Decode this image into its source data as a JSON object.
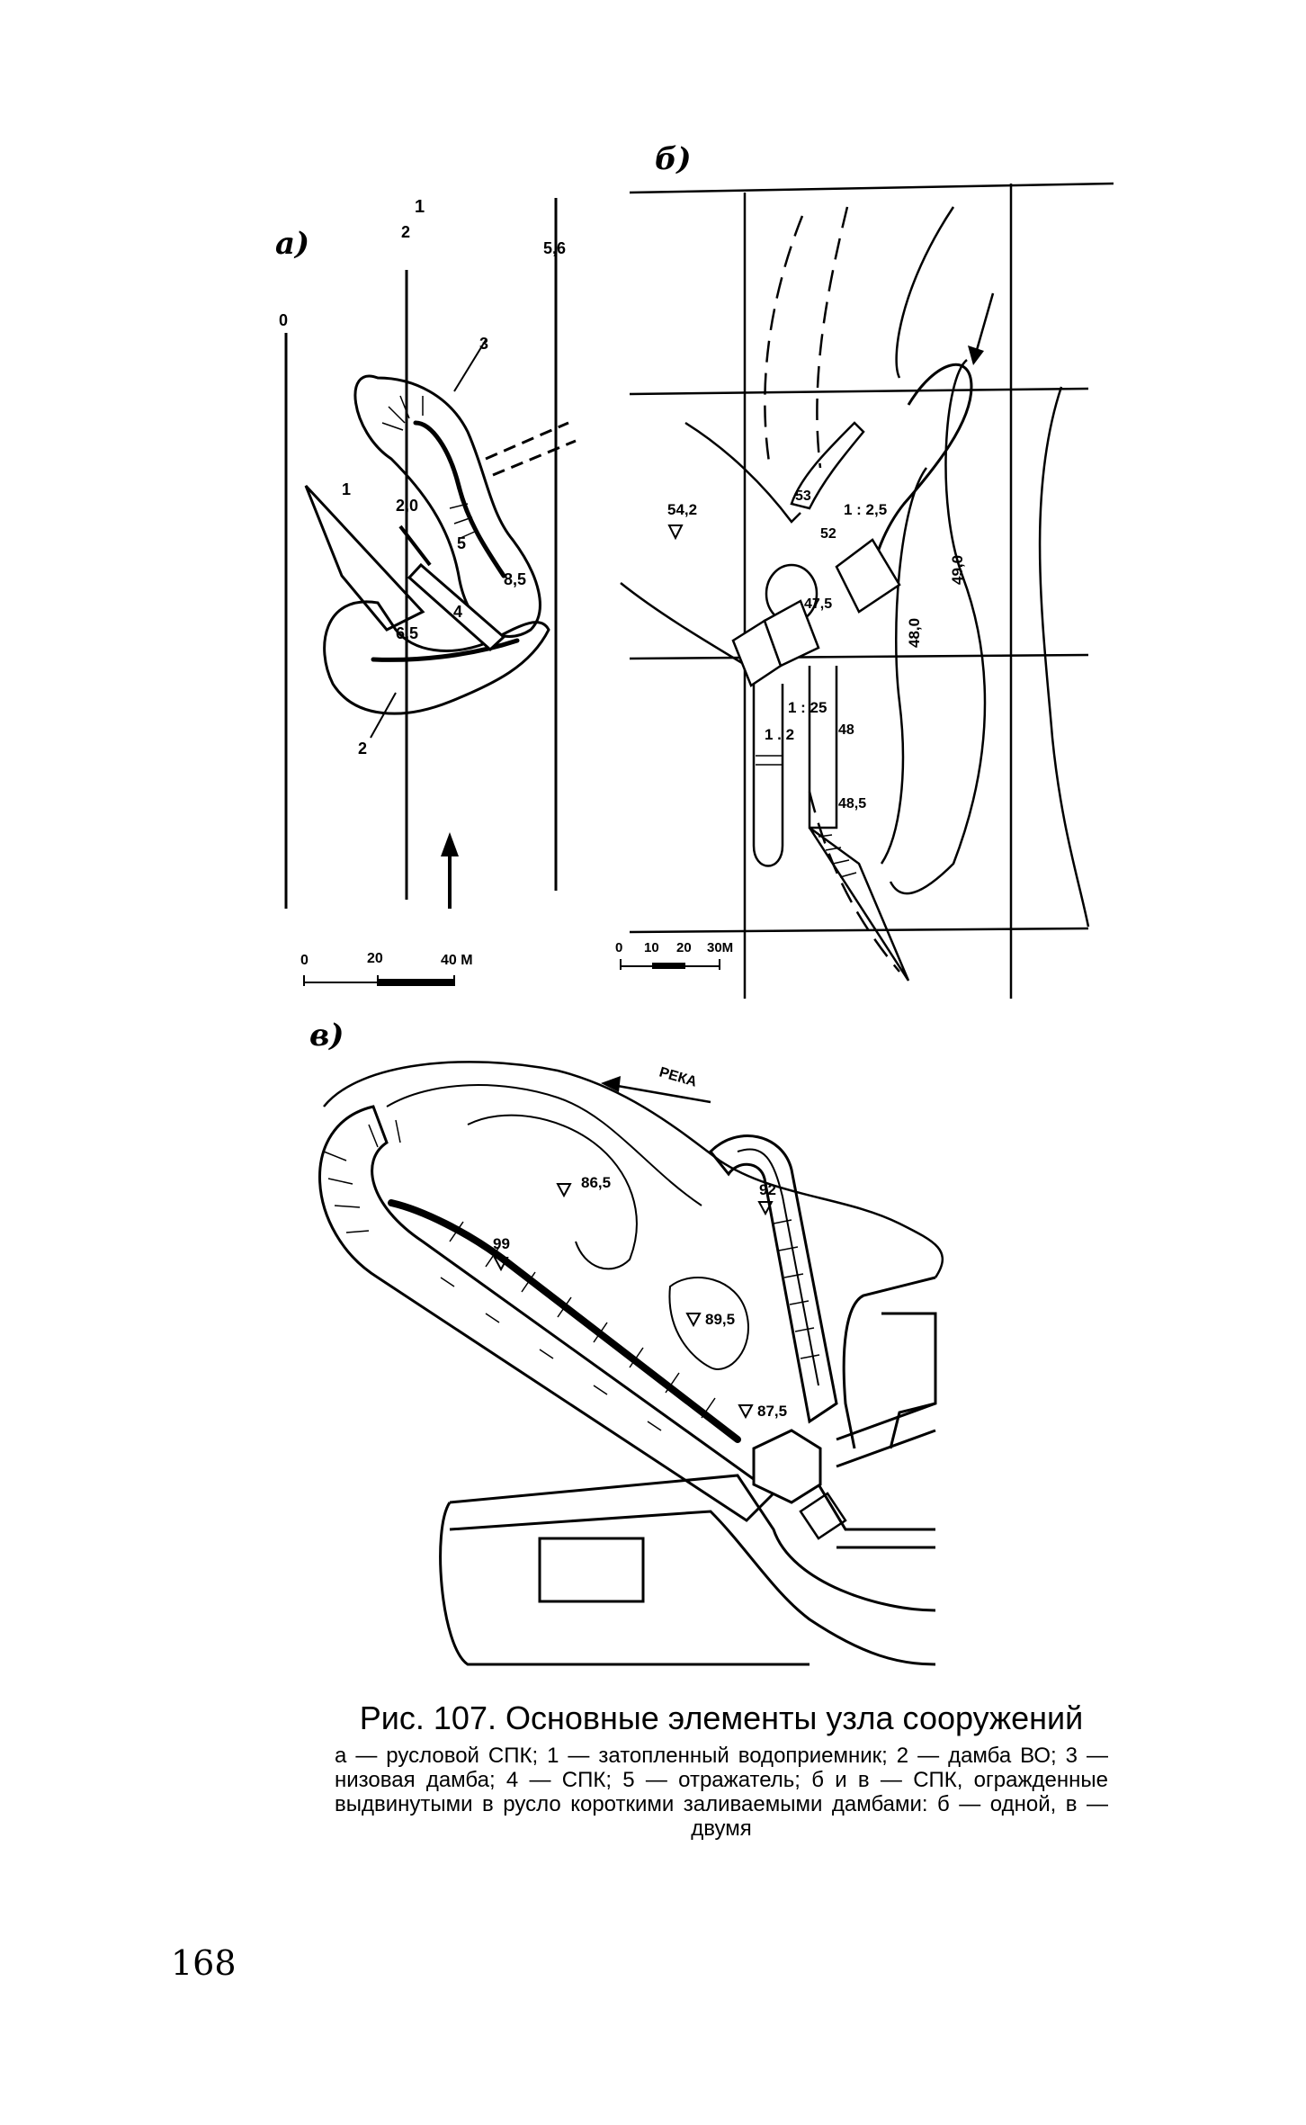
{
  "figure": {
    "panel_a": {
      "letter": "а)",
      "section_marks": [
        "0",
        "1",
        "2",
        "5,6"
      ],
      "numbers": [
        "1",
        "2",
        "3",
        "4",
        "5"
      ],
      "elevations": [
        "2,0",
        "8,5",
        "6,5"
      ],
      "scale": {
        "ticks": [
          "0",
          "20",
          "40 M"
        ]
      }
    },
    "panel_b": {
      "letter": "б)",
      "elevations": [
        "54,2",
        "53",
        "52",
        "47,5",
        "48",
        "48,5"
      ],
      "contours": [
        "48,0",
        "49,0"
      ],
      "slopes": [
        "1 : 2,5",
        "1 : 25",
        "1 . 2"
      ],
      "scale": {
        "ticks": [
          "0",
          "10",
          "20",
          "30M"
        ]
      }
    },
    "panel_v": {
      "letter": "в)",
      "river_label": "РЕКА",
      "elevations": [
        "86,5",
        "92",
        "99",
        "89,5",
        "87,5"
      ]
    }
  },
  "caption": {
    "title": "Рис. 107. Основные элементы узла сооружений",
    "body": "а — русловой СПК; 1 — затопленный водоприемник; 2 — дамба ВО; 3 — низовая дамба; 4 — СПК; 5 — отражатель; б и в — СПК, огражденные выдвинутыми в русло короткими заливаемыми дамбами: б — одной, в — двумя"
  },
  "page_number": "168"
}
